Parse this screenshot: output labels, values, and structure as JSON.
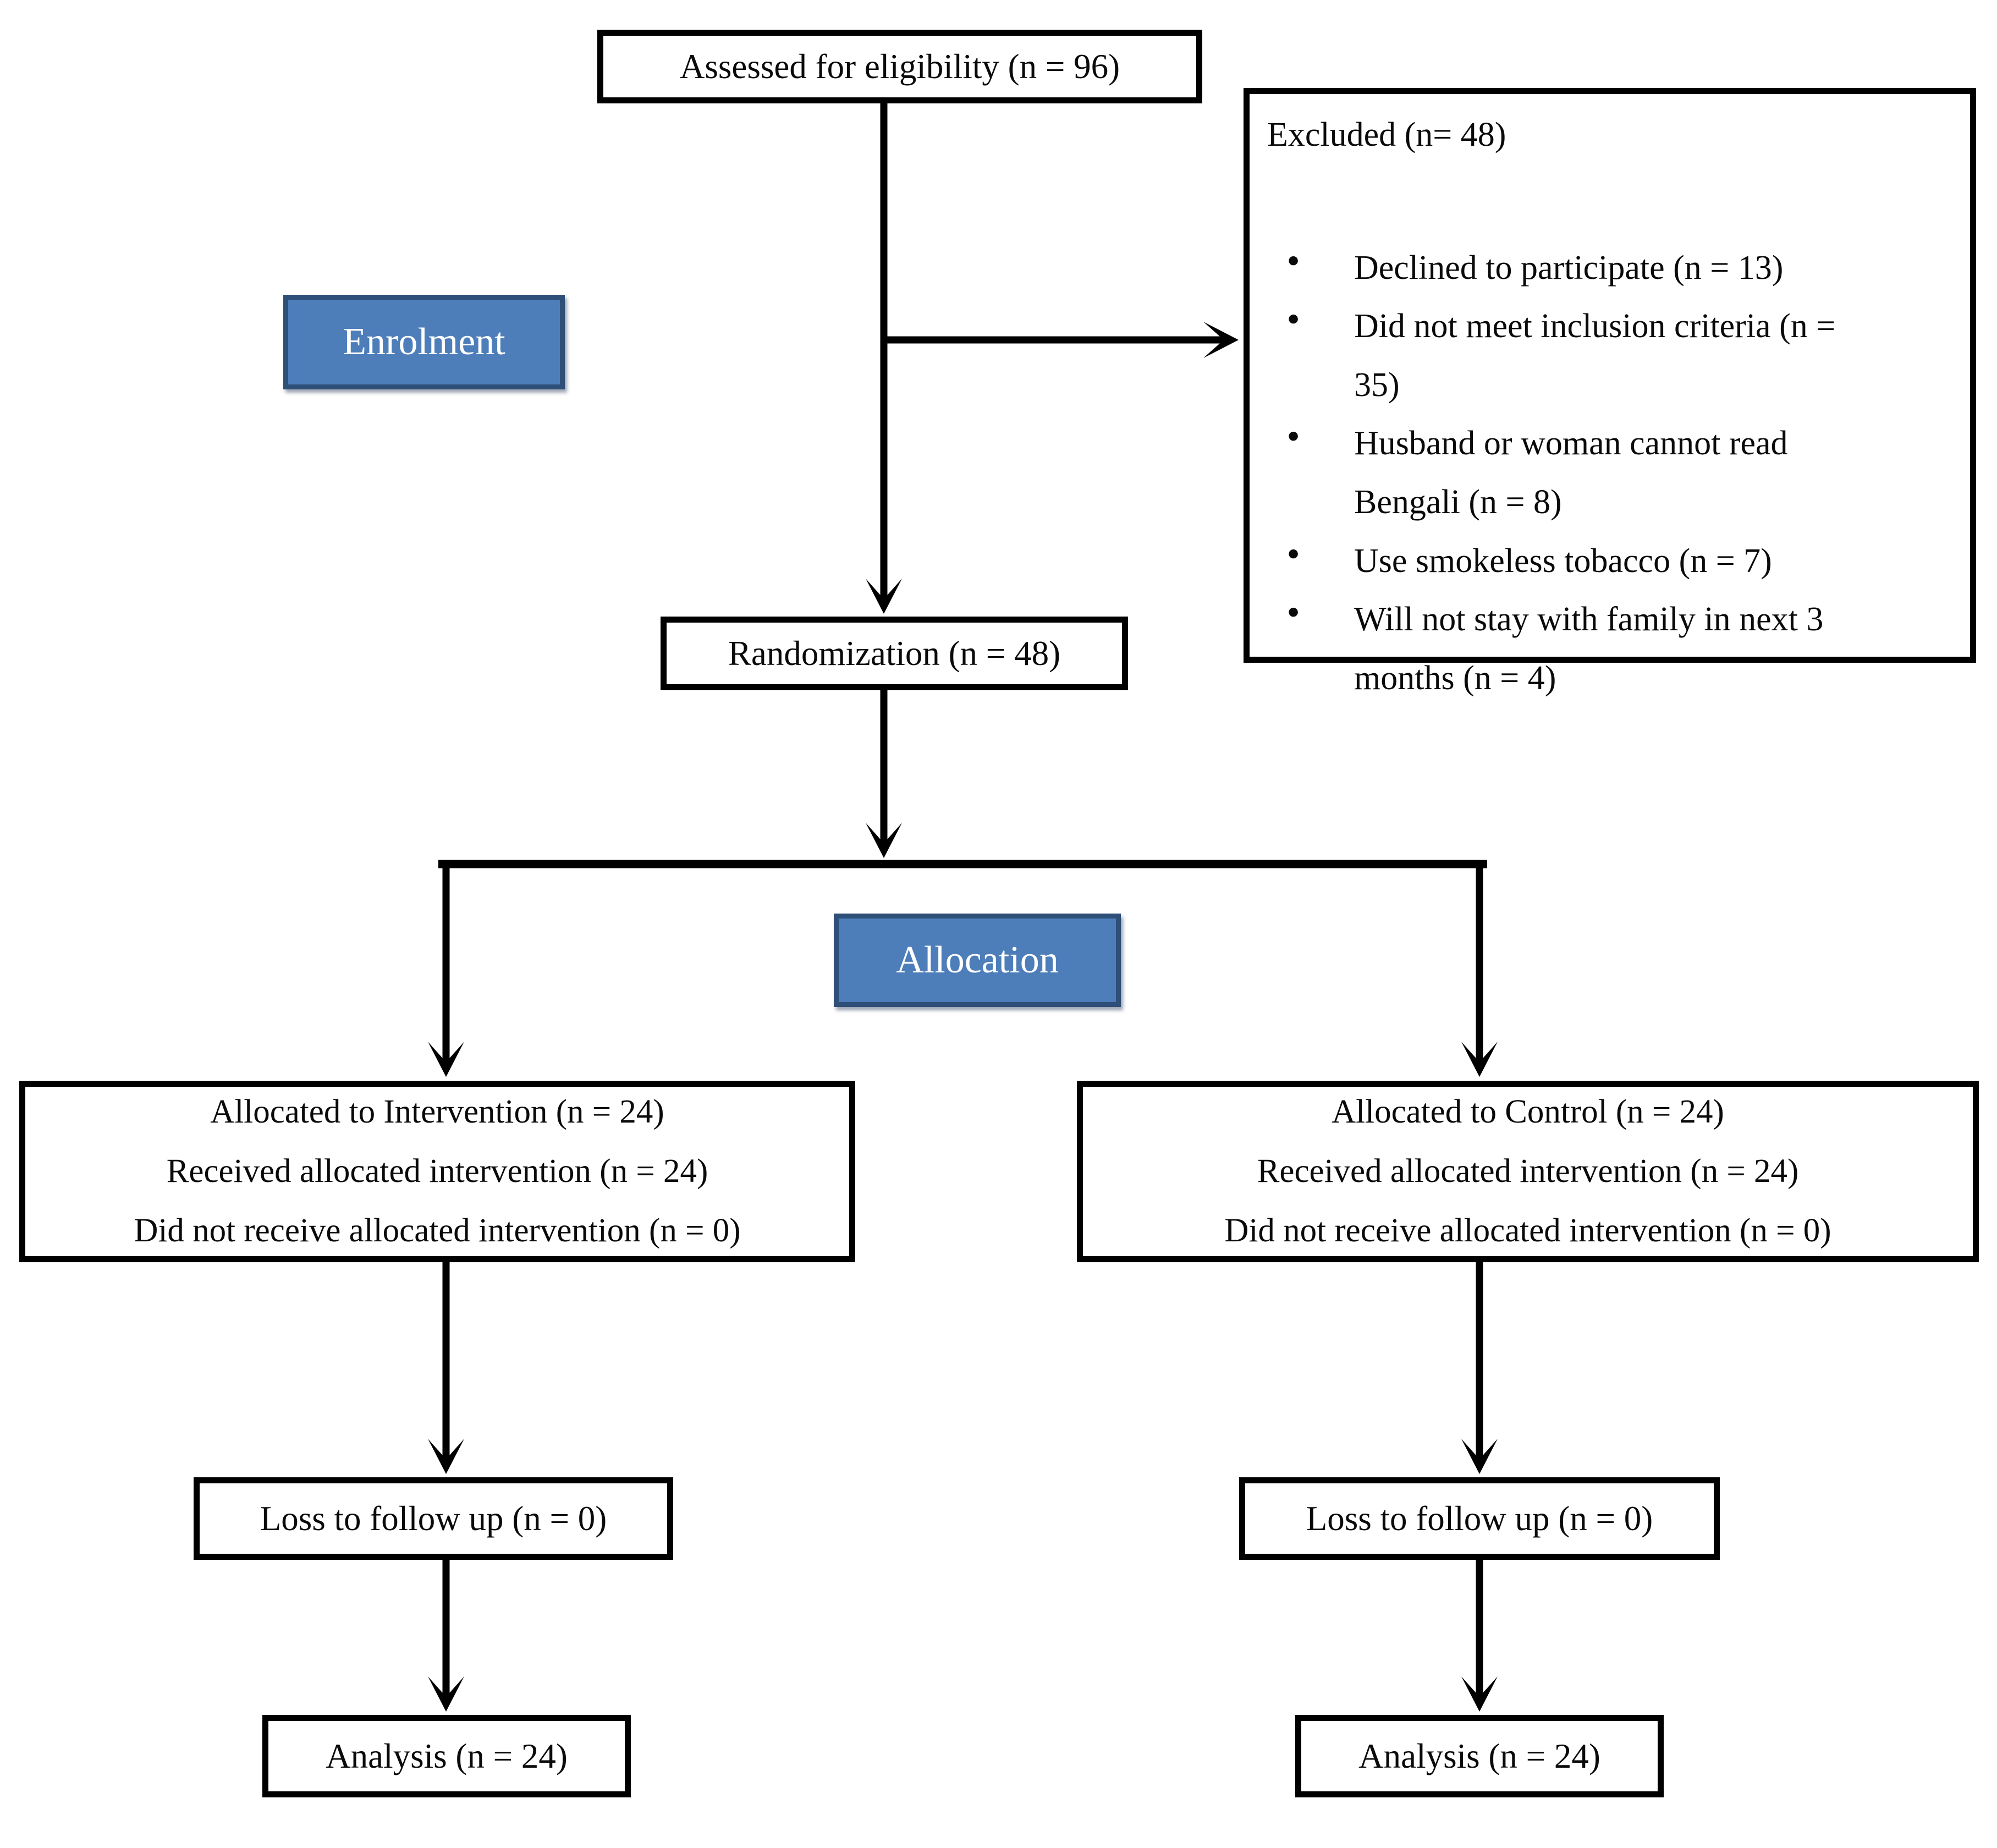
{
  "diagram": {
    "stages": {
      "enrolment": "Enrolment",
      "allocation": "Allocation"
    },
    "colors": {
      "stage_fill": "#4d7eba",
      "stage_border": "#2e4f78",
      "stage_text": "#ffffff",
      "box_border": "#000000",
      "box_fill": "#ffffff",
      "arrow": "#000000"
    },
    "boxes": {
      "eligibility": {
        "text": "Assessed for eligibility (n = 96)"
      },
      "excluded": {
        "title": "Excluded (n= 48)",
        "items": [
          "Declined to participate (n = 13)",
          "Did not meet inclusion criteria (n =\n35)",
          "Husband or woman cannot read\nBengali (n = 8)",
          "Use smokeless tobacco (n = 7)",
          "Will not stay with family in next 3\nmonths (n = 4)"
        ]
      },
      "randomization": {
        "text": "Randomization (n = 48)"
      },
      "intervention": {
        "lines": [
          "Allocated to Intervention (n = 24)",
          "Received allocated intervention (n = 24)",
          "Did not receive allocated intervention (n = 0)"
        ]
      },
      "control": {
        "lines": [
          "Allocated to Control (n = 24)",
          "Received allocated intervention (n = 24)",
          "Did not receive allocated intervention (n = 0)"
        ]
      },
      "loss_intervention": {
        "text": "Loss to follow up (n = 0)"
      },
      "loss_control": {
        "text": "Loss to follow up (n = 0)"
      },
      "analysis_intervention": {
        "text": "Analysis (n = 24)"
      },
      "analysis_control": {
        "text": "Analysis (n = 24)"
      }
    }
  }
}
